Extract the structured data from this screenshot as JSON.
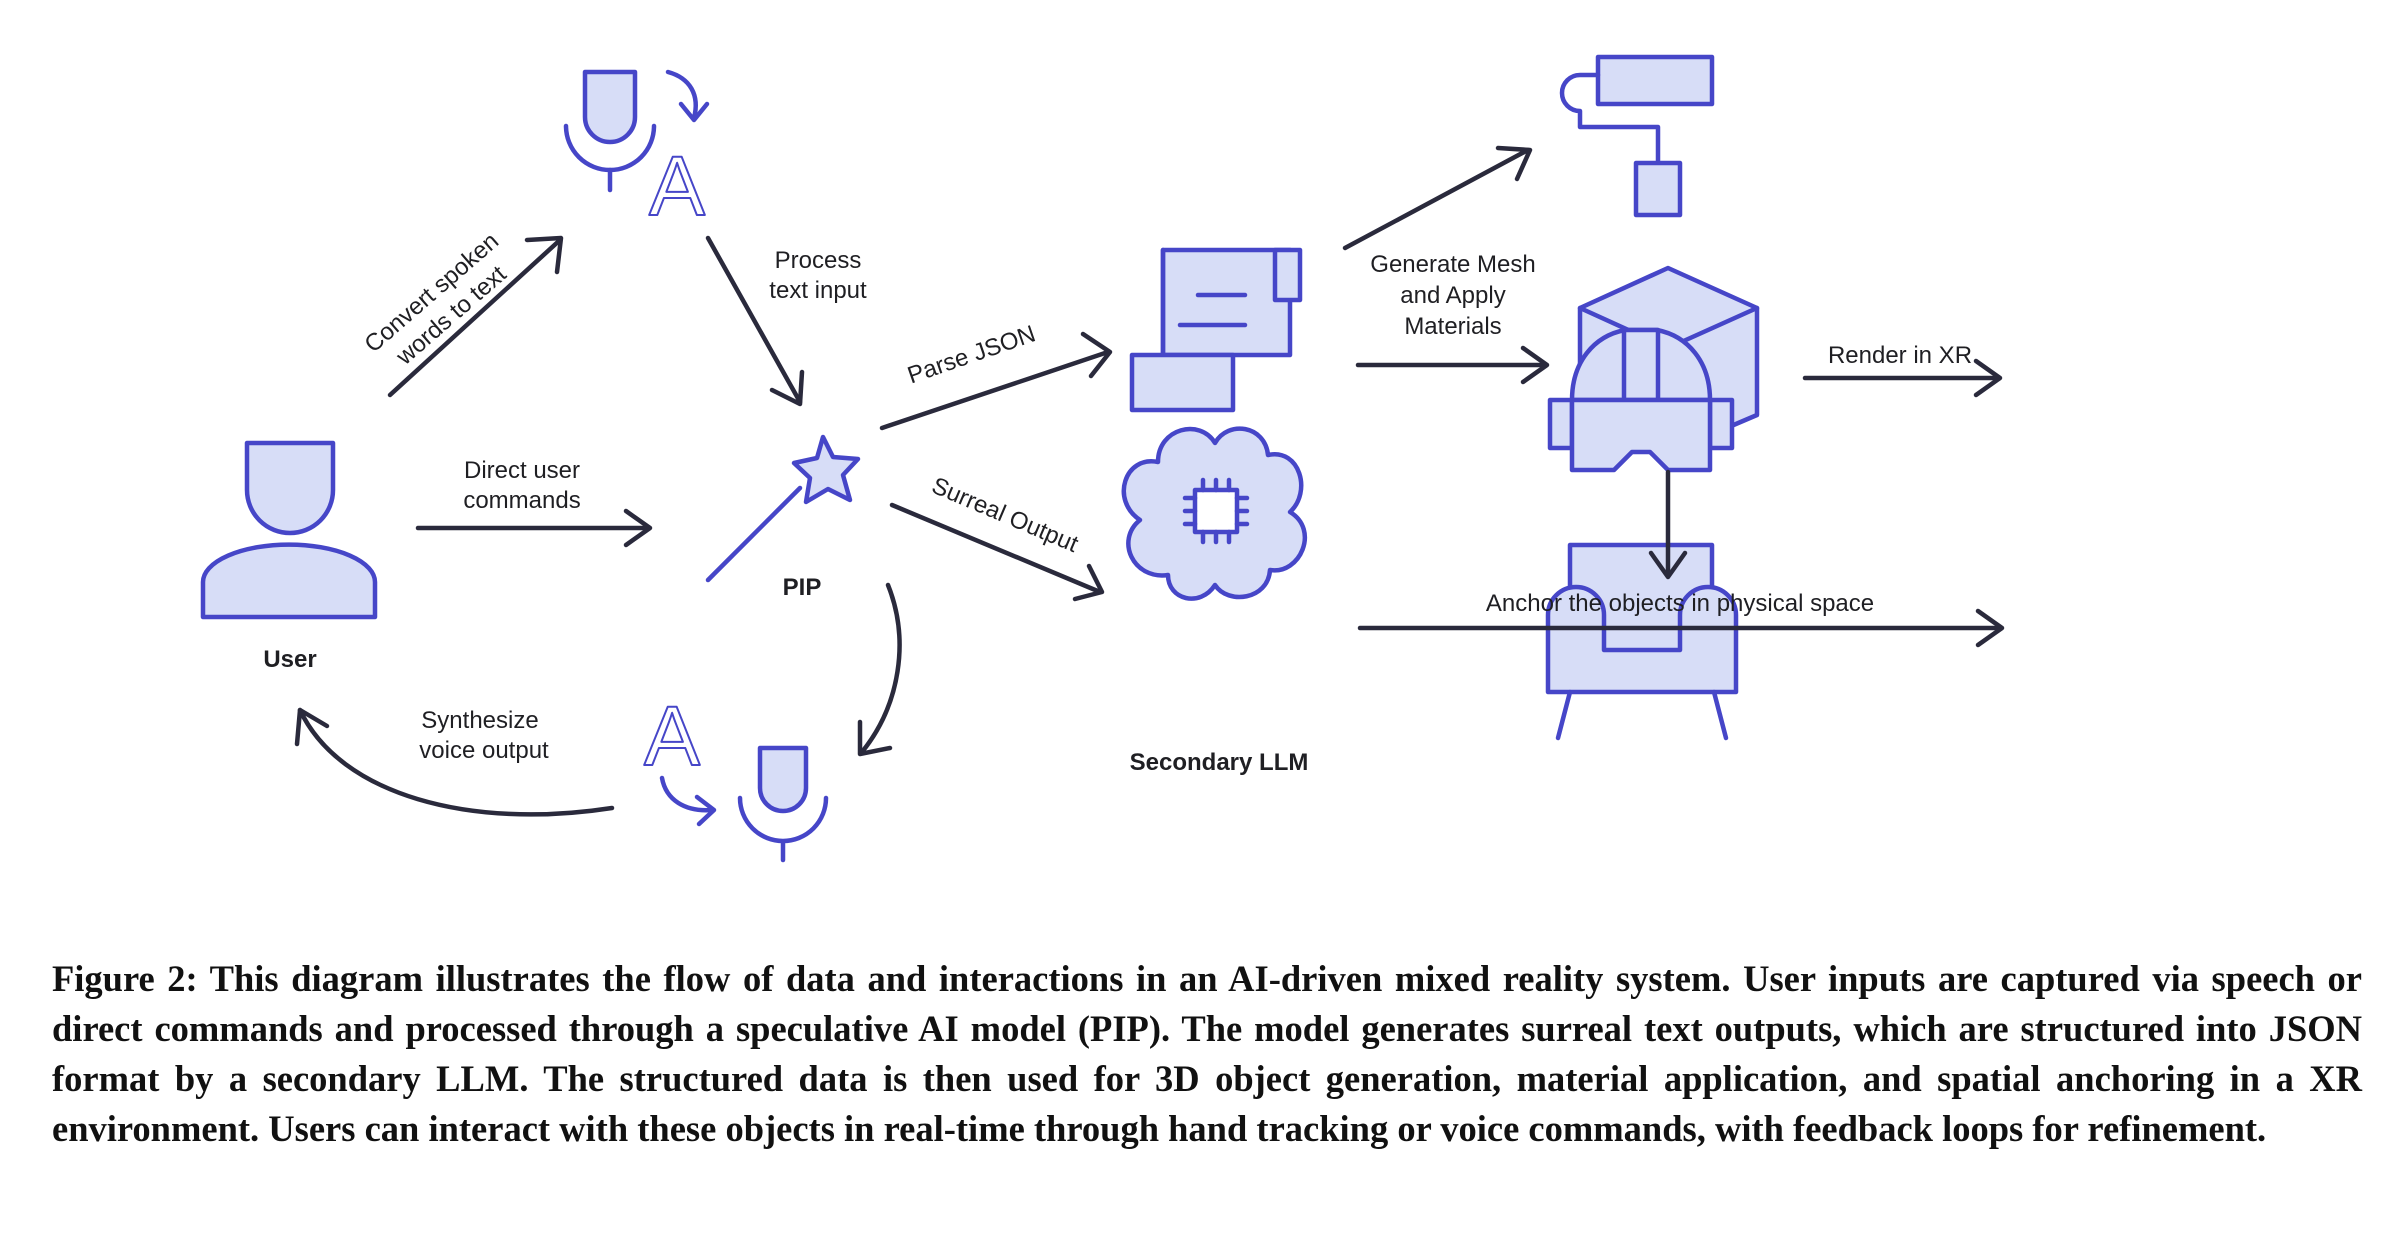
{
  "figure": {
    "nodes": {
      "user": "User",
      "pip": "PIP",
      "secondary_llm": "Secondary LLM"
    },
    "edges": {
      "convert_line1": "Convert spoken",
      "convert_line2": "words to text",
      "process_line1": "Process",
      "process_line2": "text input",
      "direct_line1": "Direct user",
      "direct_line2": "commands",
      "synth_line1": "Synthesize",
      "synth_line2": "voice output",
      "parse_json": "Parse JSON",
      "surreal_output": "Surreal Output",
      "mesh_line1": "Generate Mesh",
      "mesh_line2": "and Apply",
      "mesh_line3": "Materials",
      "render_xr": "Render in XR",
      "anchor": "Anchor the objects in physical space"
    },
    "glyphs": {
      "text_a": "A"
    },
    "colors": {
      "icon_stroke": "#4646c8",
      "icon_fill": "#d7ddf7",
      "arrow": "#2a2a3c"
    },
    "icons": [
      "user-icon",
      "microphone-icon",
      "magic-wand-icon",
      "document-icon",
      "cloud-chip-icon",
      "paint-roller-icon",
      "cube-icon",
      "vr-headset-icon",
      "armchair-icon"
    ]
  },
  "caption": "Figure 2: This diagram illustrates the flow of data and interactions in an AI-driven mixed reality system. User inputs are captured via speech or direct commands and processed through a speculative AI model (PIP). The model generates surreal text outputs, which are structured into JSON format by a secondary LLM. The structured data is then used for 3D object generation, material application, and spatial anchoring in a XR environment. Users can interact with these objects in real-time through hand tracking or voice commands, with feedback loops for refinement."
}
